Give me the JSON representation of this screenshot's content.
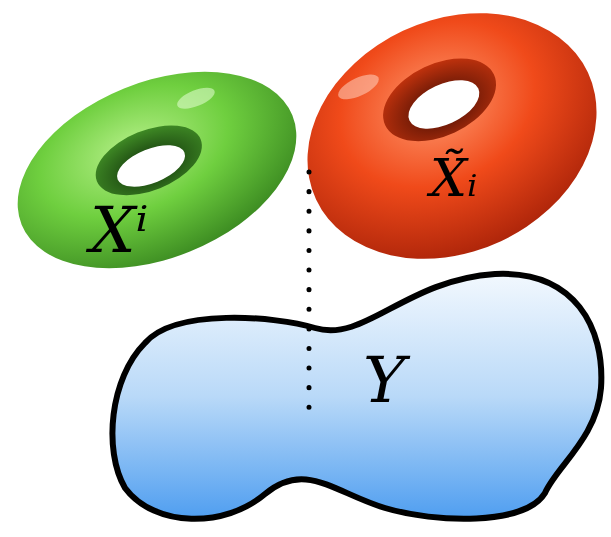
{
  "diagram": {
    "nodes": [
      {
        "text": [
          "Xⁱ"
        ]
      },
      {
        "text": [
          "X̃ᵢ"
        ]
      },
      {
        "text": [
          "Y"
        ]
      }
    ]
  }
}
